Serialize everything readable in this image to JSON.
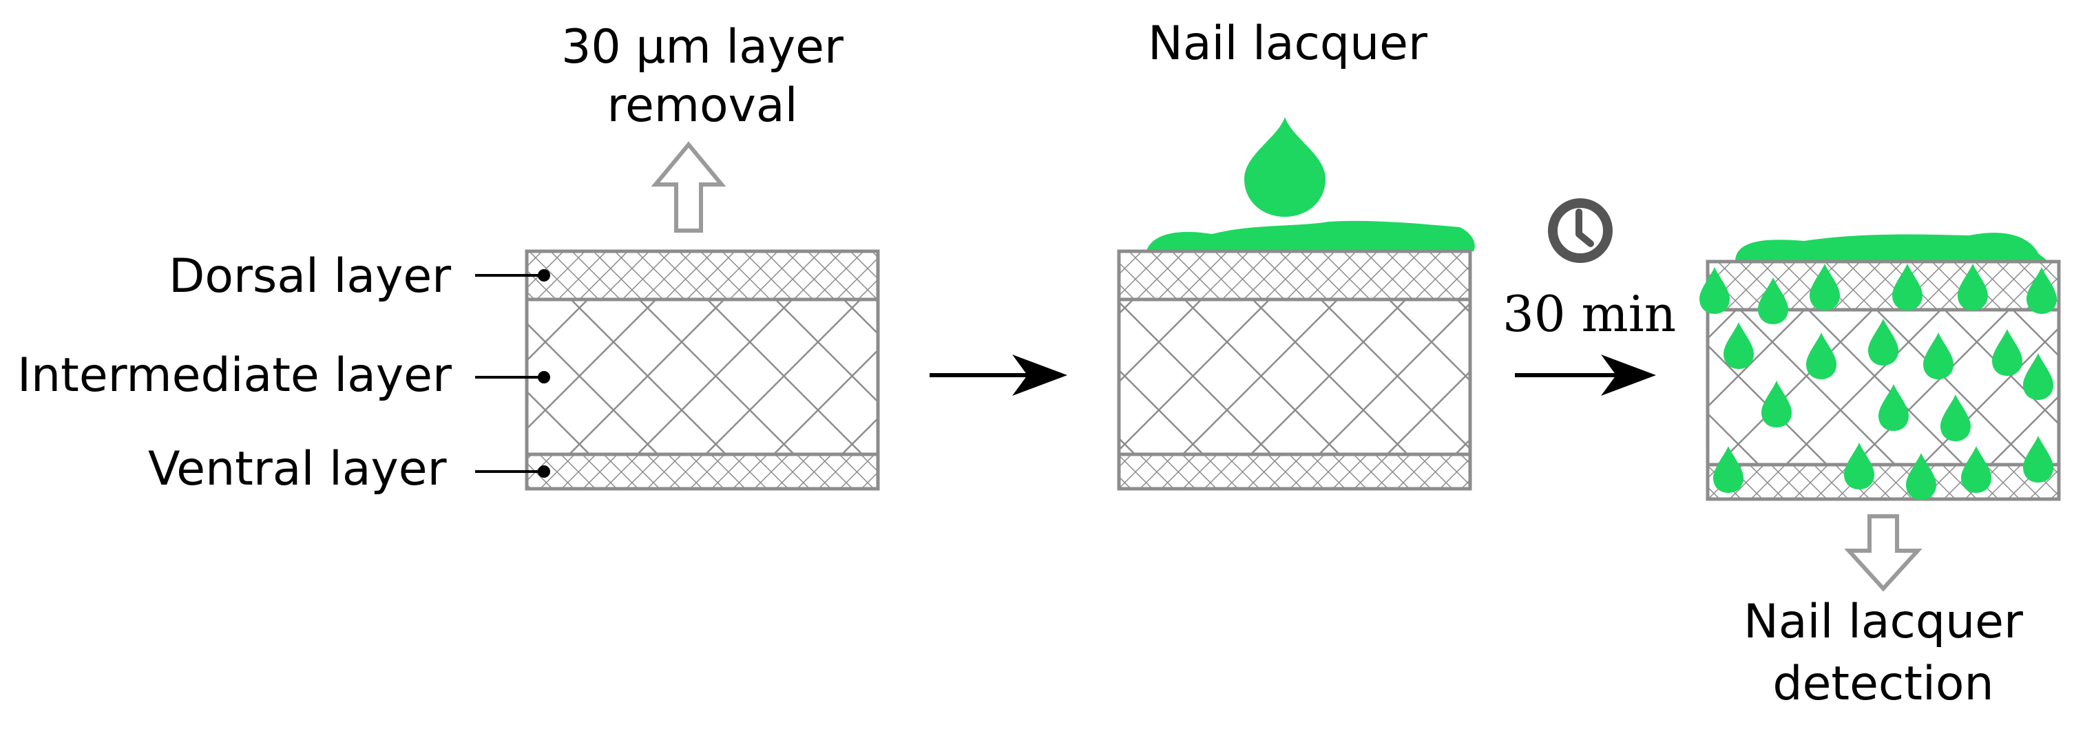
{
  "step1": {
    "removal_label_line1": "30 μm layer",
    "removal_label_line2": "removal",
    "layer_labels": {
      "dorsal": "Dorsal layer",
      "intermediate": "Intermediate layer",
      "ventral": "Ventral layer"
    }
  },
  "step2": {
    "lacquer_label": "Nail lacquer"
  },
  "step3": {
    "time_label": "30 min",
    "detection_label_line1": "Nail lacquer",
    "detection_label_line2": "detection"
  },
  "colors": {
    "lacquer_green": "#1ed760",
    "hatch_gray": "#8c8c8c",
    "arrow_black": "#000000",
    "outline_arrow_gray": "#9a9a9a",
    "clock_gray": "#555555"
  },
  "icons": [
    "clock-icon",
    "arrow-right-icon",
    "arrow-up-outline-icon",
    "arrow-down-outline-icon",
    "droplet-icon"
  ]
}
